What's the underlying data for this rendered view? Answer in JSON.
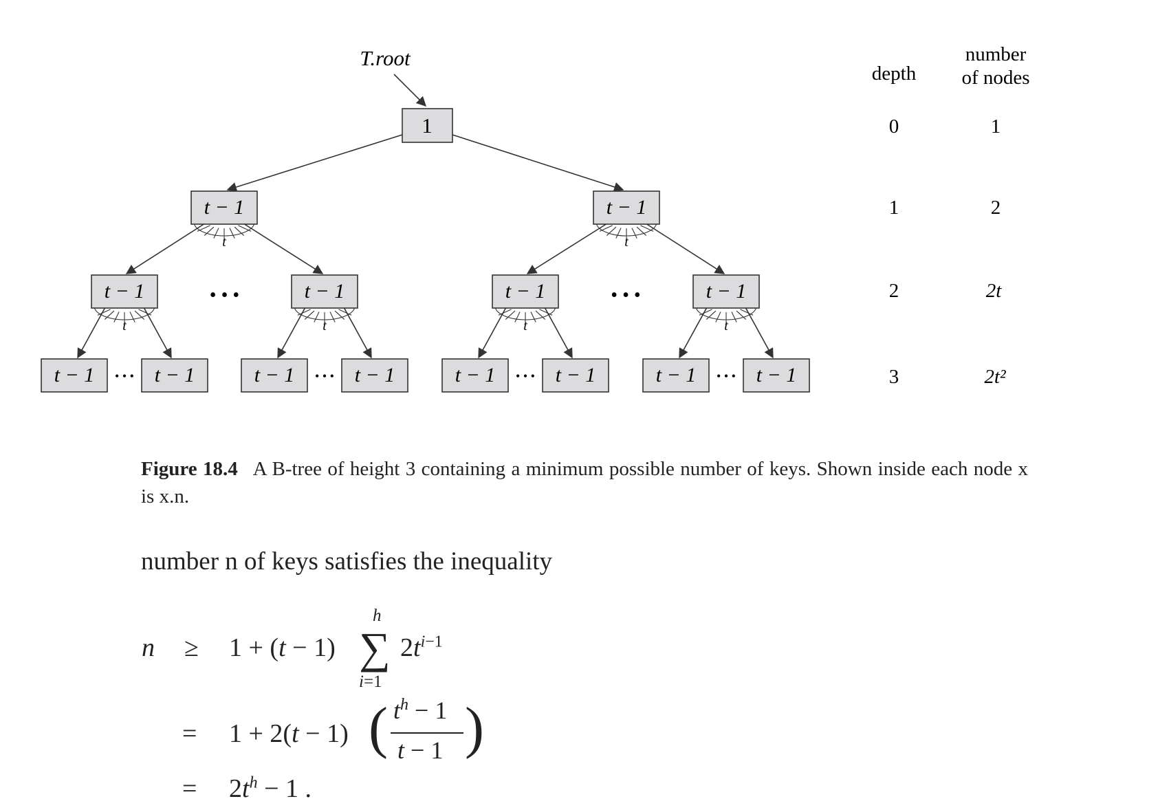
{
  "figure": {
    "root_label": "T.root",
    "node_label": "t − 1",
    "root_value": "1",
    "fan_label": "t",
    "ellipsis": "• • •",
    "table": {
      "depth_header": "depth",
      "count_header_line1": "number",
      "count_header_line2": "of nodes",
      "rows": [
        {
          "depth": "0",
          "count": "1"
        },
        {
          "depth": "1",
          "count": "2"
        },
        {
          "depth": "2",
          "count": "2t"
        },
        {
          "depth": "3",
          "count": "2t²"
        }
      ]
    }
  },
  "caption": {
    "label": "Figure 18.4",
    "text": "A B-tree of height 3 containing a minimum possible number of keys. Shown inside each node x is x.n."
  },
  "body_text": {
    "intro": "number n of keys satisfies the inequality"
  },
  "equation": {
    "lhs": "n",
    "line1": {
      "rel": "≥",
      "expr": "1 + (t − 1) ∑_{i=1}^{h} 2t^{i−1}"
    },
    "line2": {
      "rel": "=",
      "expr": "1 + 2(t − 1) ((t^h − 1)/(t − 1))"
    },
    "line3": {
      "rel": "=",
      "expr": "2t^h − 1 ."
    }
  }
}
